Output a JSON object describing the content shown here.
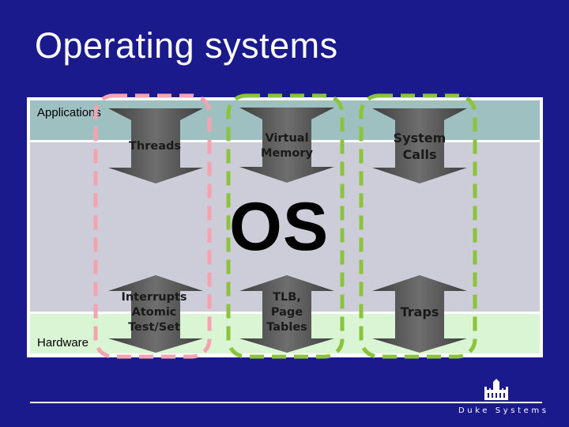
{
  "slide": {
    "title": "Operating systems"
  },
  "layers": {
    "applications": "Applications",
    "os": "OS",
    "hardware": "Hardware"
  },
  "arrows": {
    "top": [
      {
        "lines": [
          "Threads"
        ]
      },
      {
        "lines": [
          "Virtual",
          "Memory"
        ]
      },
      {
        "lines": [
          "System",
          "Calls"
        ]
      }
    ],
    "bottom": [
      {
        "lines": [
          "Interrupts",
          "Atomic",
          "Test/Set"
        ]
      },
      {
        "lines": [
          "TLB,",
          "Page",
          "Tables"
        ]
      },
      {
        "lines": [
          "Traps"
        ]
      }
    ]
  },
  "groups": [
    {
      "color": "#f4a3b0"
    },
    {
      "color": "#8bc33a"
    },
    {
      "color": "#8bc33a"
    }
  ],
  "footer": {
    "text": "Duke Systems"
  },
  "icons": {
    "logo": "duke-chapel-icon"
  }
}
